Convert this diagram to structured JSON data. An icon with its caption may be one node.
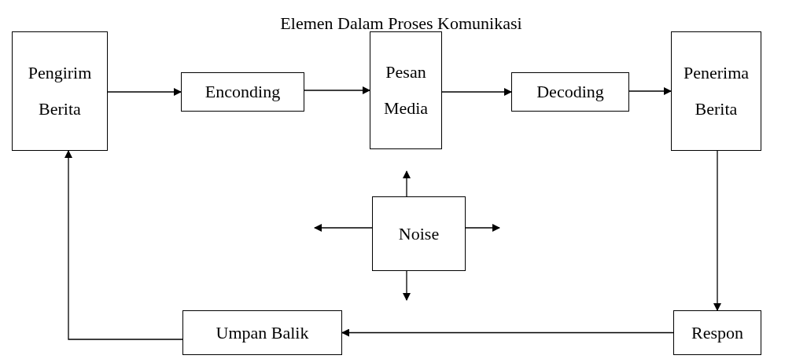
{
  "diagram": {
    "title": "Elemen Dalam Proses Komunikasi",
    "nodes": [
      {
        "text": [
          "Pengirim Berita"
        ]
      },
      {
        "text": [
          "Enconding"
        ]
      },
      {
        "text": [
          "Pesan Media"
        ]
      },
      {
        "text": [
          "Decoding"
        ]
      },
      {
        "text": [
          "Penerima Berita"
        ]
      },
      {
        "text": [
          "Noise"
        ]
      },
      {
        "text": [
          "Respon"
        ]
      },
      {
        "text": [
          "Umpan Balik"
        ]
      }
    ],
    "edges": [
      {
        "from": 0,
        "to": 1,
        "arrow": "to"
      },
      {
        "from": 1,
        "to": 2,
        "arrow": "to"
      },
      {
        "from": 2,
        "to": 3,
        "arrow": "to"
      },
      {
        "from": 3,
        "to": 4,
        "arrow": "to"
      },
      {
        "from": 4,
        "to": 6,
        "arrow": "to"
      },
      {
        "from": 6,
        "to": 7,
        "arrow": "to"
      },
      {
        "from": 7,
        "to": 0,
        "arrow": "to"
      },
      {
        "from": 5,
        "to": null,
        "arrow": "to"
      },
      {
        "from": 5,
        "to": null,
        "arrow": "to"
      },
      {
        "from": 5,
        "to": null,
        "arrow": "to"
      },
      {
        "from": 5,
        "to": null,
        "arrow": "to"
      }
    ]
  }
}
